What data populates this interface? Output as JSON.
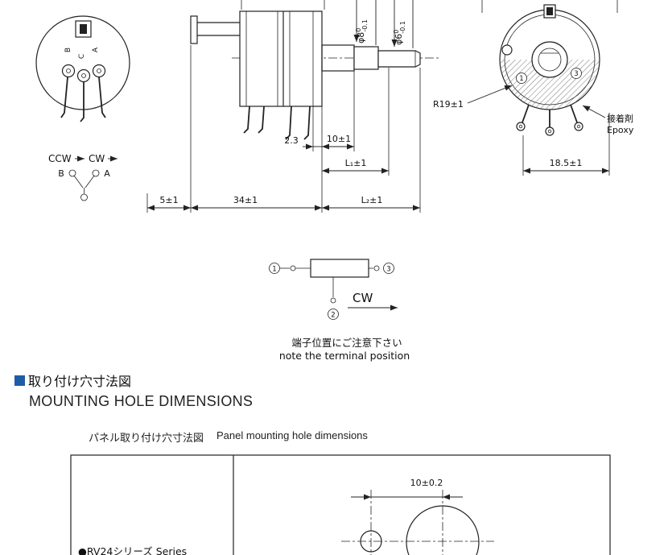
{
  "colors": {
    "accent_square": "#1e5ca8",
    "line": "#222222",
    "text": "#111111"
  },
  "rear_view": {
    "terminals": {
      "b": "B",
      "c": "C",
      "a": "A"
    },
    "rotation": {
      "ccw": "CCW",
      "cw": "CW"
    },
    "pins": {
      "b": "B",
      "a": "A"
    }
  },
  "side_view": {
    "dims": {
      "d23": "2.3",
      "d10": "10±1",
      "l1": "L₁±1",
      "d5": "5±1",
      "d34": "34±1",
      "l2": "L₂±1"
    },
    "dia8": {
      "main": "φ8",
      "tol_top": "0",
      "tol_bot": "-0.1"
    },
    "dia6": {
      "main": "φ6",
      "tol_top": "0",
      "tol_bot": "-0.1"
    }
  },
  "front_view": {
    "r19": "R19±1",
    "adhesive_jp": "接着剤",
    "adhesive_en": "Epoxy",
    "d185": "18.5±1",
    "marker1": "1",
    "marker3": "3"
  },
  "schematic": {
    "t1": "1",
    "t2": "2",
    "t3": "3",
    "cw": "CW",
    "note_jp": "端子位置にご注意下さい",
    "note_en": "note the terminal position"
  },
  "section": {
    "title_jp": "取り付け穴寸法図",
    "title_en": "MOUNTING HOLE DIMENSIONS"
  },
  "panel_caption": {
    "jp": "パネル取り付け穴寸法図",
    "en": "Panel mounting hole dimensions"
  },
  "mounting": {
    "d10": "10±0.2"
  },
  "table": {
    "series_label": "●RV24シリーズ Series"
  }
}
